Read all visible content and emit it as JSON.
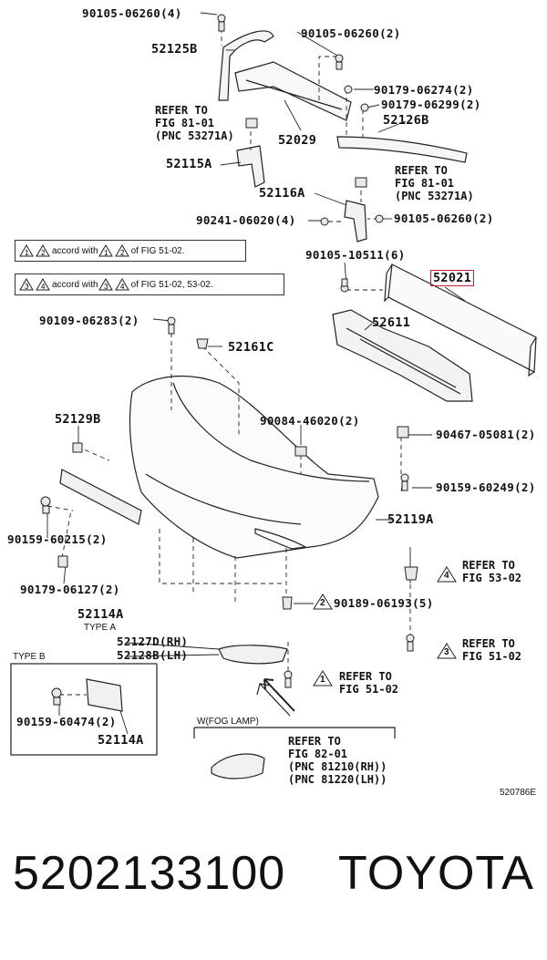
{
  "labels": {
    "p1": "90105-06260(4)",
    "p2": "90105-06260(2)",
    "p3": "52125B",
    "p4": "90179-06274(2)",
    "p5": "90179-06299(2)",
    "p6": "52126B",
    "p7": "52029",
    "p8": "52115A",
    "p9": "52116A",
    "p10": "90241-06020(4)",
    "p11": "90105-06260(2)",
    "p12": "90105-10511(6)",
    "p13": "52021",
    "p14": "52611",
    "p15": "90109-06283(2)",
    "p16": "52161C",
    "p17": "52129B",
    "p18": "90084-46020(2)",
    "p19": "90467-05081(2)",
    "p20": "90159-60249(2)",
    "p21": "90159-60215(2)",
    "p22": "52119A",
    "p23": "90179-06127(2)",
    "p24": "52114A",
    "p25": "90189-06193(5)",
    "p26": "52127D(RH)",
    "p27": "52128B(LH)",
    "p28": "90159-60474(2)",
    "p29": "52114A"
  },
  "refs": {
    "r1": "REFER TO\nFIG 81-01\n(PNC 53271A)",
    "r2": "REFER TO\nFIG 81-01\n(PNC 53271A)",
    "r3": "REFER TO\nFIG 53-02",
    "r4": "REFER TO\nFIG 51-02",
    "r5": "REFER TO\nFIG 51-02",
    "r6": "REFER TO\nFIG 82-01\n(PNC 81210(RH))\n(PNC 81220(LH))"
  },
  "notes": {
    "n1_a": "accord with",
    "n1_b": "of FIG 51-02.",
    "n2_a": "accord with",
    "n2_b": "of FIG 51-02, 53-02."
  },
  "markers": {
    "m1": "1",
    "m2": "2",
    "m3": "3",
    "m4": "4"
  },
  "types": {
    "type_a": "TYPE A",
    "type_b": "TYPE B",
    "fog": "W(FOG LAMP)"
  },
  "figure_code": "520786E",
  "footer": {
    "part_number": "5202133100",
    "brand": "TOYOTA"
  },
  "colors": {
    "highlight": "#c0203a",
    "line": "#222222"
  }
}
